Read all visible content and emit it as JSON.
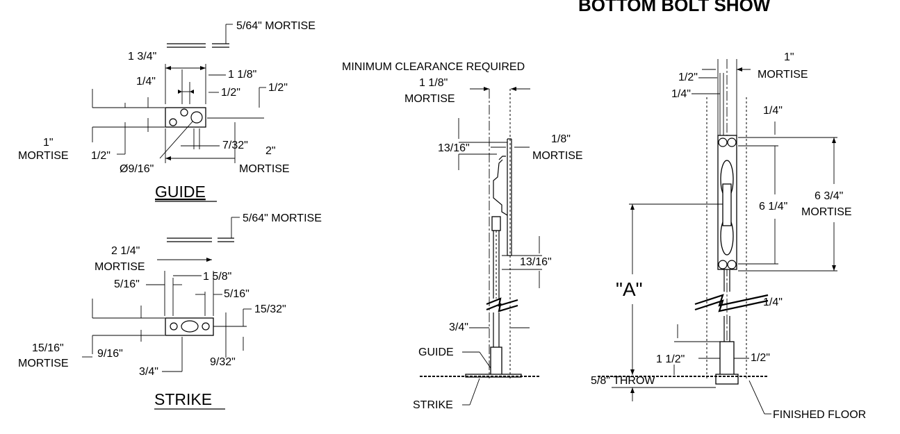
{
  "title": "BOTTOM BOLT SHOW",
  "guide": {
    "label": "GUIDE",
    "dim_mortise_top": "5/64\" MORTISE",
    "dim_overall": "1 3/4\"",
    "dim_left": "1/4\"",
    "dim_right": "1 1/8\"",
    "dim_half_inner": "1/2\"",
    "dim_half_outer": "1/2\"",
    "dim_7_32": "7/32\"",
    "dim_height_value": "1\"",
    "dim_height_word": "MORTISE",
    "dim_half_bottom": "1/2\"",
    "dim_length_value": "2\"",
    "dim_length_word": "MORTISE",
    "dim_hole": "Ø9/16\""
  },
  "strike": {
    "label": "STRIKE",
    "dim_mortise_top": "5/64\" MORTISE",
    "dim_overall_value": "2 1/4\"",
    "dim_overall_word": "MORTISE",
    "dim_1_5_8": "1 5/8\"",
    "dim_5_16_left": "5/16\"",
    "dim_5_16_right": "5/16\"",
    "dim_15_32": "15/32\"",
    "dim_height_value": "15/16\"",
    "dim_height_word": "MORTISE",
    "dim_9_16": "9/16\"",
    "dim_3_4": "3/4\"",
    "dim_9_32": "9/32\""
  },
  "side": {
    "heading": "MINIMUM CLEARANCE REQUIRED",
    "dim_1_1_8_value": "1 1/8\"",
    "dim_1_1_8_word": "MORTISE",
    "dim_13_16_top": "13/16\"",
    "dim_1_8_value": "1/8\"",
    "dim_1_8_word": "MORTISE",
    "dim_13_16_mid": "13/16\"",
    "dim_3_4": "3/4\"",
    "guide_label": "GUIDE",
    "strike_label": "STRIKE"
  },
  "front": {
    "dim_1_value": "1\"",
    "dim_1_word": "MORTISE",
    "dim_1_2": "1/2\"",
    "dim_1_4_top": "1/4\"",
    "dim_1_4_right": "1/4\"",
    "dim_6_3_4_value": "6 3/4\"",
    "dim_6_3_4_word": "MORTISE",
    "dim_6_1_4": "6 1/4\"",
    "dim_a": "\"A\"",
    "dim_1_4_bottom": "1/4\"",
    "dim_1_1_2": "1 1/2\"",
    "dim_1_2_bottom": "1/2\"",
    "dim_throw": "5/8\" THROW",
    "floor_label": "FINISHED FLOOR"
  }
}
